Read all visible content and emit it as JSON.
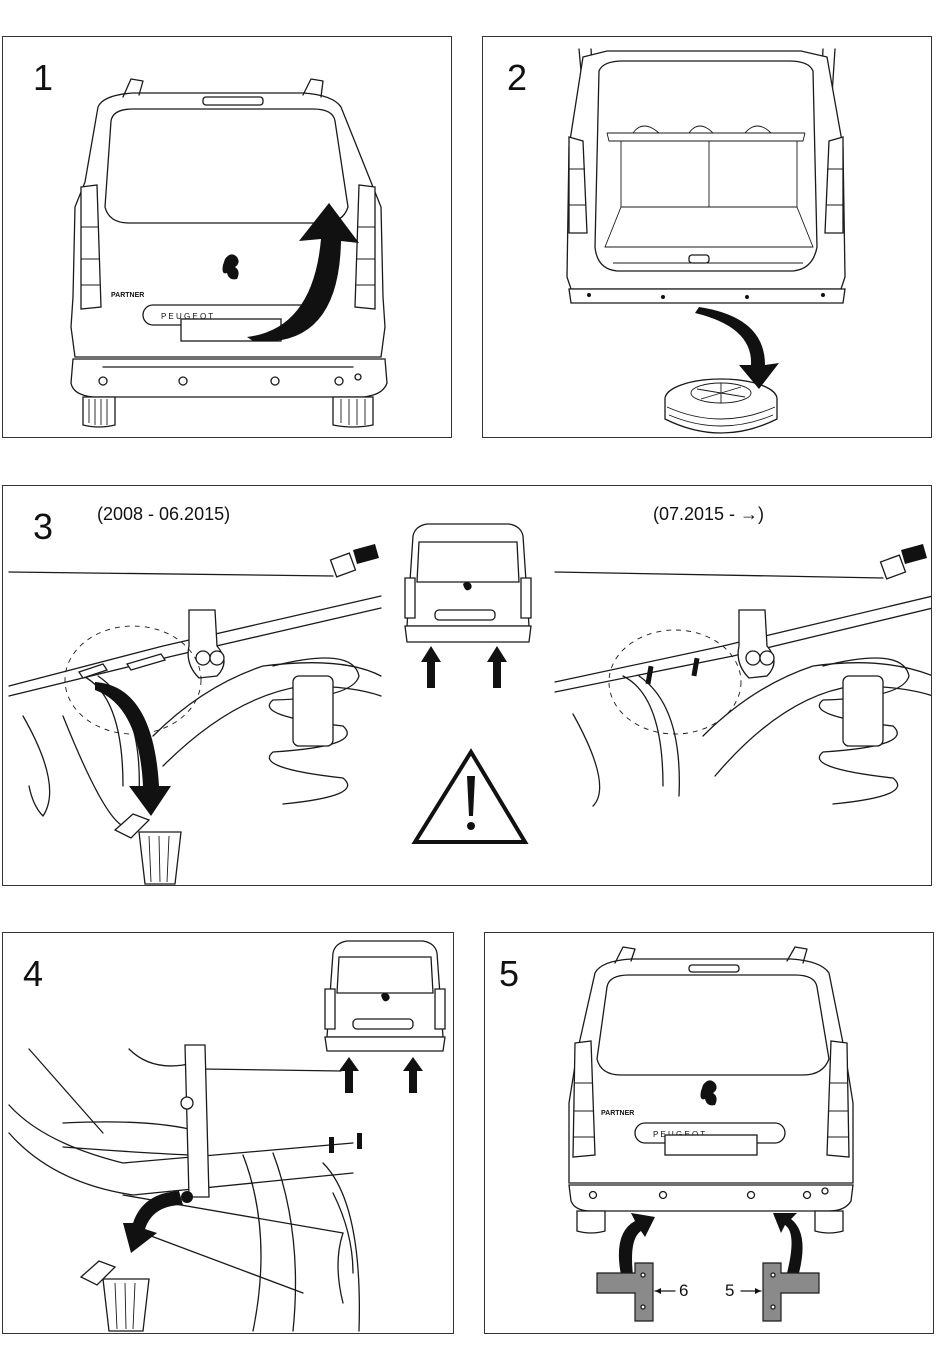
{
  "panels": [
    {
      "number": "1"
    },
    {
      "number": "2"
    },
    {
      "number": "3",
      "caption_left": "(2008 - 06.2015)",
      "caption_right": "(07.2015 - →)"
    },
    {
      "number": "4"
    },
    {
      "number": "5",
      "label_left": "6",
      "label_right": "5"
    }
  ],
  "car": {
    "model_badge": "PARTNER",
    "brand_badge": "P E U G E O T"
  }
}
